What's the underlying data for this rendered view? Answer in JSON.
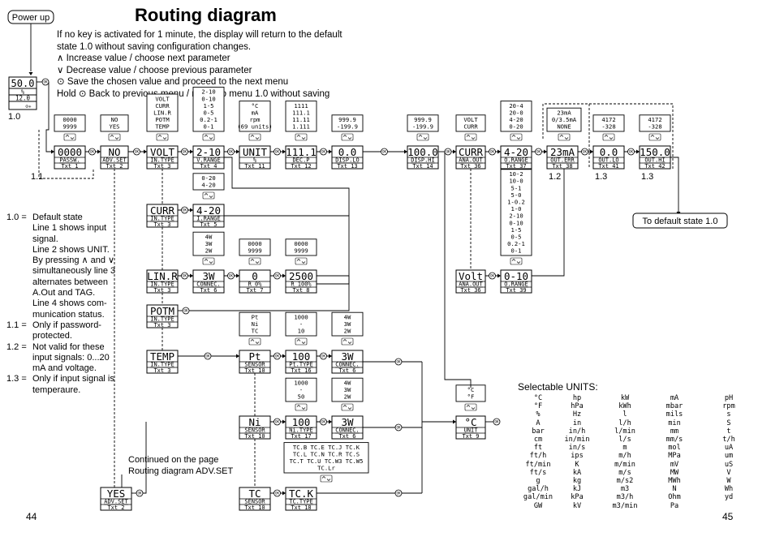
{
  "header": {
    "title": "Routing diagram",
    "page_left": "44",
    "page_right": "45"
  },
  "intro": [
    "If no key is activated for 1 minute, the display will return to the default",
    "state 1.0 without saving configuration changes.",
    "∧ Increase value / choose next parameter",
    "∨ Decrease value / choose previous parameter",
    "⊙ Save the chosen value and proceed to the next menu",
    "Hold ⊙ Back to previous menu / return to menu 1.0 without saving"
  ],
  "labels": {
    "power_up": "Power up",
    "default_state": "To default state 1.0",
    "state_1_0": "1.0",
    "state_1_1": "1.1",
    "mark_1_2": "1.2",
    "mark_1_3a": "1.3",
    "mark_1_3b": "1.3"
  },
  "main_display": {
    "line1": "50.0",
    "line2": "%",
    "line3": "12.0"
  },
  "menus": [
    {
      "id": "passw",
      "val": "0000",
      "name": "PASSW.",
      "txt": "Txt 1"
    },
    {
      "id": "advset",
      "val": "NO",
      "name": "ADV.SET",
      "txt": "Txt 2"
    },
    {
      "id": "intype",
      "val": "VOLT",
      "name": "IN.TYPE",
      "txt": "Txt 3"
    },
    {
      "id": "vrange",
      "val": "2-10",
      "name": "V.RANGE",
      "txt": "Txt 4"
    },
    {
      "id": "unit",
      "val": "UNIT",
      "name": "%",
      "txt": "Txt 11"
    },
    {
      "id": "decp",
      "val": "111.1",
      "name": "DEC.P",
      "txt": "Txt 12"
    },
    {
      "id": "displo",
      "val": "0.0",
      "name": "DISP.LO",
      "txt": "Txt 13"
    },
    {
      "id": "disphi",
      "val": "100.0",
      "name": "DISP.HI",
      "txt": "Txt 14"
    },
    {
      "id": "anaout",
      "val": "CURR",
      "name": "ANA.OUT",
      "txt": "Txt 36"
    },
    {
      "id": "orange",
      "val": "4-20",
      "name": "O.RANGE",
      "txt": "Txt 37"
    },
    {
      "id": "outerr",
      "val": "23mA",
      "name": "OUT.ERR",
      "txt": "Txt 38"
    },
    {
      "id": "outlo",
      "val": "0.0",
      "name": "OUT.LO",
      "txt": "Txt 41"
    },
    {
      "id": "outhi",
      "val": "150.0",
      "name": "OUT.HI",
      "txt": "Txt 42"
    },
    {
      "id": "curr",
      "val": "CURR",
      "name": "IN.TYPE",
      "txt": "Txt 3"
    },
    {
      "id": "irange",
      "val": "4-20",
      "name": "I.RANGE",
      "txt": "Txt 5"
    },
    {
      "id": "linr",
      "val": "LIN.R",
      "name": "IN.TYPE",
      "txt": "Txt 3"
    },
    {
      "id": "connec1",
      "val": "3W",
      "name": "CONNEC.",
      "txt": "Txt 6"
    },
    {
      "id": "r0",
      "val": "0",
      "name": "R 0%",
      "txt": "Txt 7"
    },
    {
      "id": "r100",
      "val": "2500",
      "name": "R 100%",
      "txt": "Txt 8"
    },
    {
      "id": "potm",
      "val": "POTM",
      "name": "IN.TYPE",
      "txt": "Txt 3"
    },
    {
      "id": "temp",
      "val": "TEMP",
      "name": "IN.TYPE",
      "txt": "Txt 3"
    },
    {
      "id": "pt",
      "val": "Pt",
      "name": "SENSOR",
      "txt": "Txt 10"
    },
    {
      "id": "pttype",
      "val": "100",
      "name": "Pt.TYPE",
      "txt": "Txt 16"
    },
    {
      "id": "connec2",
      "val": "3W",
      "name": "CONNEC.",
      "txt": "Txt 6"
    },
    {
      "id": "ni",
      "val": "Ni",
      "name": "SENSOR",
      "txt": "Txt 10"
    },
    {
      "id": "nitype",
      "val": "100",
      "name": "Ni.TYPE",
      "txt": "Txt 17"
    },
    {
      "id": "connec3",
      "val": "3W",
      "name": "CONNEC.",
      "txt": "Txt 6"
    },
    {
      "id": "tc",
      "val": "TC",
      "name": "SENSOR",
      "txt": "Txt 10"
    },
    {
      "id": "tctype",
      "val": "TC.K",
      "name": "TC.TYPE",
      "txt": "Txt 18"
    },
    {
      "id": "unitc",
      "val": "°C",
      "name": "UNIT",
      "txt": "Txt 9"
    },
    {
      "id": "volt2",
      "val": "Volt",
      "name": "ANA.OUT",
      "txt": "Txt 36"
    },
    {
      "id": "orange2",
      "val": "0-10",
      "name": "O.RANGE",
      "txt": "Txt 39"
    },
    {
      "id": "yes",
      "val": "YES",
      "name": "ADV.SET",
      "txt": "Txt 2"
    }
  ],
  "options": [
    {
      "id": "o_passw",
      "lines": [
        "0000",
        "9999"
      ]
    },
    {
      "id": "o_advset",
      "lines": [
        "NO",
        "YES"
      ]
    },
    {
      "id": "o_intype",
      "lines": [
        "VOLT",
        "CURR",
        "LIN.R",
        "POTM",
        "TEMP"
      ]
    },
    {
      "id": "o_vrange",
      "lines": [
        "2-10",
        "0-10",
        "1-5",
        "0-5",
        "0.2-1",
        "0-1"
      ]
    },
    {
      "id": "o_unit",
      "lines": [
        "°C",
        "mA",
        "rpm",
        "(69 units)"
      ]
    },
    {
      "id": "o_decp",
      "lines": [
        "1111",
        "111.1",
        "11.11",
        "1.111"
      ]
    },
    {
      "id": "o_displo",
      "lines": [
        "999.9",
        "-199.9"
      ]
    },
    {
      "id": "o_disphi",
      "lines": [
        "999.9",
        "-199.9"
      ]
    },
    {
      "id": "o_anaout",
      "lines": [
        "VOLT",
        "CURR"
      ]
    },
    {
      "id": "o_orange",
      "lines": [
        "20-4",
        "20-0",
        "4-20",
        "0-20"
      ]
    },
    {
      "id": "o_outerr",
      "lines": [
        "23mA",
        "0/3.5mA",
        "NONE"
      ]
    },
    {
      "id": "o_outlo",
      "lines": [
        "4172",
        "-328"
      ]
    },
    {
      "id": "o_outhi",
      "lines": [
        "4172",
        "-328"
      ]
    },
    {
      "id": "o_irange",
      "lines": [
        "0-20",
        "4-20"
      ]
    },
    {
      "id": "o_connec1",
      "lines": [
        "4W",
        "3W",
        "2W"
      ]
    },
    {
      "id": "o_r0",
      "lines": [
        "0000",
        "9999"
      ]
    },
    {
      "id": "o_r100",
      "lines": [
        "0000",
        "9999"
      ]
    },
    {
      "id": "o_pt",
      "lines": [
        "Pt",
        "Ni",
        "TC"
      ]
    },
    {
      "id": "o_pttype",
      "lines": [
        "1000",
        "-",
        "10"
      ]
    },
    {
      "id": "o_connec2",
      "lines": [
        "4W",
        "3W",
        "2W"
      ]
    },
    {
      "id": "o_nitype",
      "lines": [
        "1000",
        "-",
        "50"
      ]
    },
    {
      "id": "o_connec3",
      "lines": [
        "4W",
        "3W",
        "2W"
      ]
    },
    {
      "id": "o_tctype",
      "lines": [
        "TC.B TC.E TC.J TC.K",
        "TC.L TC.N TC.R TC.S",
        "TC.T TC.U TC.W3 TC.W5",
        "TC.Lr"
      ]
    },
    {
      "id": "o_unitc",
      "lines": [
        "°C",
        "°F"
      ]
    },
    {
      "id": "o_orange2",
      "lines": [
        "10-2",
        "10-0",
        "5-1",
        "5-0",
        "1-0.2",
        "1-0",
        "2-10",
        "0-10",
        "1-5",
        "0-5",
        "0.2-1",
        "0-1"
      ]
    }
  ],
  "notes": [
    {
      "key": "1.0 =",
      "lines": [
        "Default state",
        "Line 1 shows input signal.",
        "Line 2 shows UNIT.",
        "By pressing ∧ and ∨ simultaneously line 3 alternates between A.Out and TAG.",
        "Line 4 shows com-munication status."
      ]
    },
    {
      "key": "1.1 =",
      "lines": [
        "Only if password-protected."
      ]
    },
    {
      "key": "1.2 =",
      "lines": [
        "Not valid for these input signals: 0...20 mA and voltage."
      ]
    },
    {
      "key": "1.3 =",
      "lines": [
        "Only if input signal is temperaure."
      ]
    }
  ],
  "continued": "Continued on the page Routing diagram ADV.SET",
  "units": {
    "title": "Selectable UNITS:",
    "columns": [
      [
        "°C",
        "°F",
        "%",
        "A",
        "bar",
        "cm",
        "ft",
        "ft/h",
        "ft/min",
        "ft/s",
        "g",
        "gal/h",
        "gal/min",
        "GW"
      ],
      [
        "hp",
        "hPa",
        "Hz",
        "in",
        "in/h",
        "in/min",
        "in/s",
        "ips",
        "K",
        "kA",
        "kg",
        "kJ",
        "kPa",
        "kV"
      ],
      [
        "kW",
        "kWh",
        "l",
        "l/h",
        "l/min",
        "l/s",
        "m",
        "m/h",
        "m/min",
        "m/s",
        "m/s2",
        "m3",
        "m3/h",
        "m3/min"
      ],
      [
        "mA",
        "mbar",
        "mils",
        "min",
        "mm",
        "mm/s",
        "mol",
        "MPa",
        "mV",
        "MW",
        "MWh",
        "N",
        "Ohm",
        "Pa"
      ],
      [
        "pH",
        "rpm",
        "s",
        "S",
        "t",
        "t/h",
        "uA",
        "um",
        "uS",
        "V",
        "W",
        "Wh",
        "yd"
      ]
    ]
  }
}
